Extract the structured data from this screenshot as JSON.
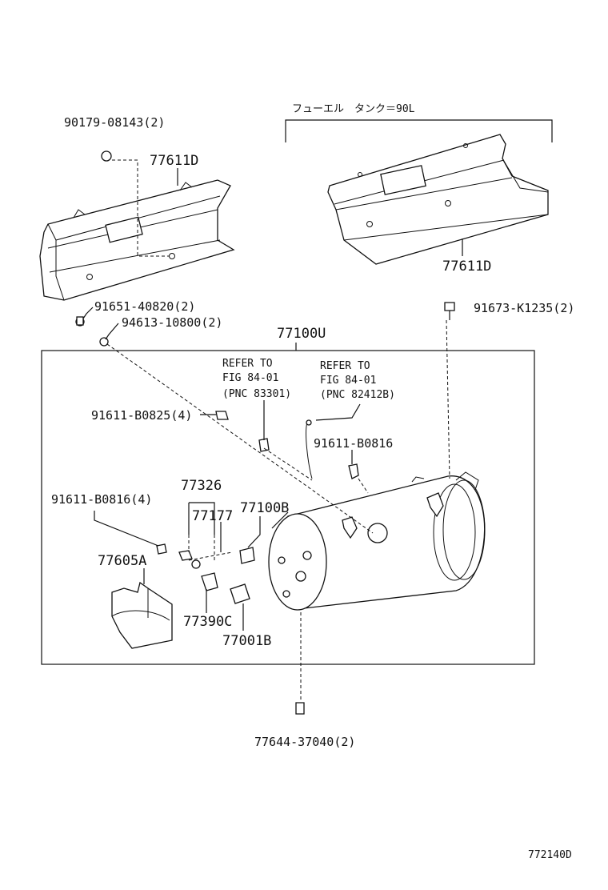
{
  "diagram": {
    "variant_label": "フューエル　タンク＝90L",
    "figure_code": "772140D",
    "group_box_label": "77100U",
    "refs": [
      {
        "line1": "REFER TO",
        "line2": "FIG 84-01",
        "line3": "(PNC 83301)"
      },
      {
        "line1": "REFER TO",
        "line2": "FIG 84-01",
        "line3": "(PNC 82412B)"
      }
    ],
    "parts": [
      {
        "id": "p1",
        "text": "90179-08143(2)"
      },
      {
        "id": "p2",
        "text": "77611D"
      },
      {
        "id": "p3",
        "text": "77611D"
      },
      {
        "id": "p4",
        "text": "91651-40820(2)"
      },
      {
        "id": "p5",
        "text": "94613-10800(2)"
      },
      {
        "id": "p6",
        "text": "91673-K1235(2)"
      },
      {
        "id": "p7",
        "text": "91611-B0825(4)"
      },
      {
        "id": "p8",
        "text": "91611-B0816"
      },
      {
        "id": "p9",
        "text": "77326"
      },
      {
        "id": "p10",
        "text": "91611-B0816(4)"
      },
      {
        "id": "p11",
        "text": "77177"
      },
      {
        "id": "p12",
        "text": "77100B"
      },
      {
        "id": "p13",
        "text": "77605A"
      },
      {
        "id": "p14",
        "text": "77390C"
      },
      {
        "id": "p15",
        "text": "77001B"
      },
      {
        "id": "p16",
        "text": "77644-37040(2)"
      }
    ]
  }
}
